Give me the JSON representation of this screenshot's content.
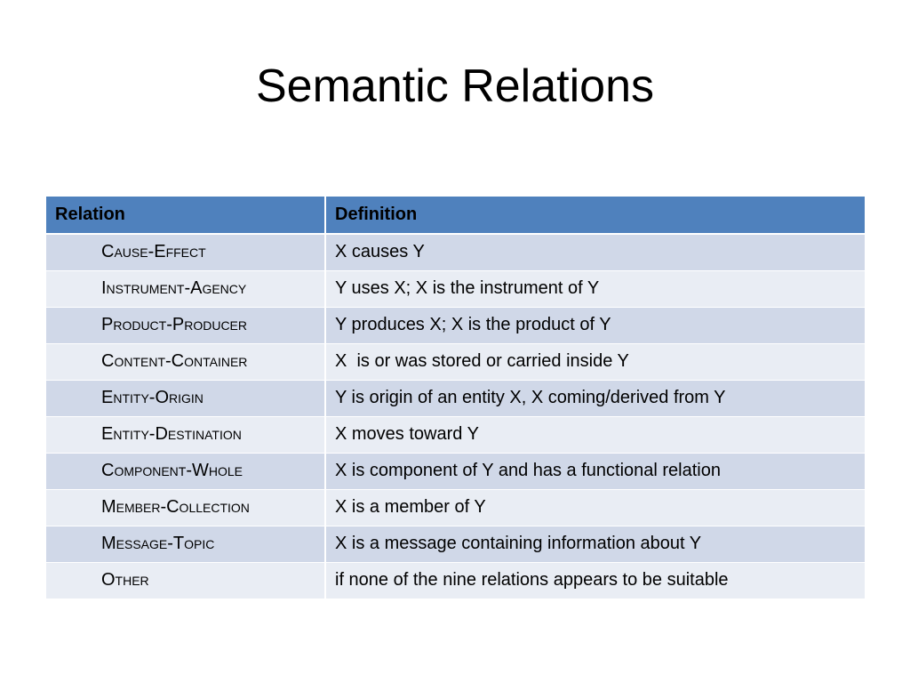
{
  "slide": {
    "title": "Semantic Relations"
  },
  "table": {
    "headers": {
      "relation": "Relation",
      "definition": "Definition"
    },
    "rows": [
      {
        "relation": "Cause-Effect",
        "definition": "X causes Y"
      },
      {
        "relation": "Instrument-Agency",
        "definition": "Y uses X; X is the instrument of Y"
      },
      {
        "relation": "Product-Producer",
        "definition": "Y produces X; X is the product of Y"
      },
      {
        "relation": "Content-Container",
        "definition": "X  is or was stored or carried inside Y"
      },
      {
        "relation": "Entity-Origin",
        "definition": "Y is origin of an entity X, X coming/derived from Y"
      },
      {
        "relation": "Entity-Destination",
        "definition": "X moves toward Y"
      },
      {
        "relation": "Component-Whole",
        "definition": "X is component of Y and has a functional relation"
      },
      {
        "relation": "Member-Collection",
        "definition": "X is a member of Y"
      },
      {
        "relation": "Message-Topic",
        "definition": "X is a message containing information about Y"
      },
      {
        "relation": "Other",
        "definition": "if none of the nine relations appears to be suitable"
      }
    ]
  },
  "colors": {
    "header_fill": "#4f81bd",
    "row_fill_dark": "#d0d8e8",
    "row_fill_light": "#e9edf4",
    "background": "#ffffff"
  }
}
